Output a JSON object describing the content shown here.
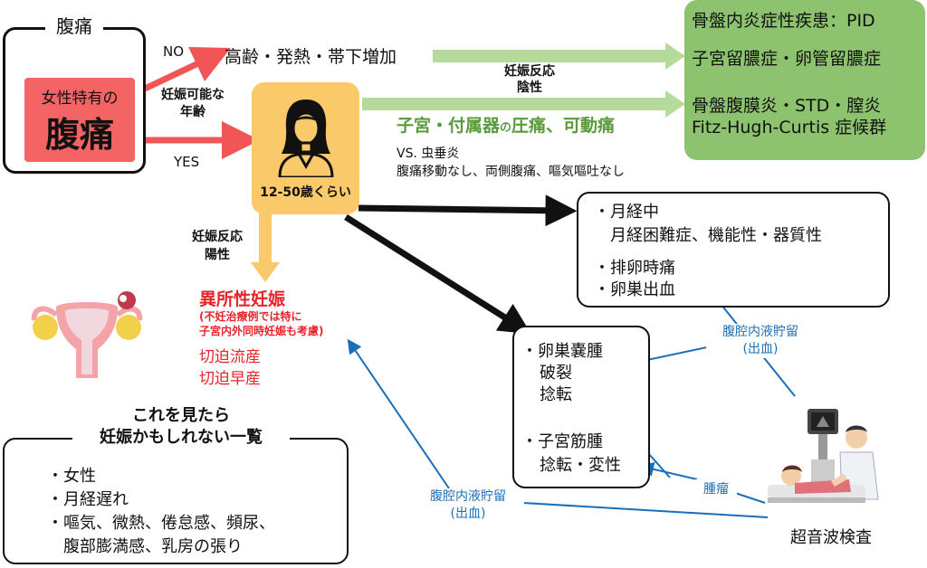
{
  "abdominal_pain_box": {
    "tab_label": "腹痛",
    "inner_small": "女性特有の",
    "inner_big": "腹痛"
  },
  "branch": {
    "no_label": "NO",
    "yes_label": "YES",
    "question_line1": "妊娠可能な",
    "question_line2": "年齢"
  },
  "symptoms_no": "高齢・発熱・帯下増加",
  "woman": {
    "age_label": "12-50歳くらい"
  },
  "pregnancy_negative": {
    "line1": "妊娠反応",
    "line2": "陰性"
  },
  "pregnancy_positive": {
    "line1": "妊娠反応",
    "line2": "陽性"
  },
  "tenderness": {
    "main_a": "子宮・付属器",
    "main_no": "の",
    "main_b": "圧痛、可動痛",
    "vs_line1": "VS. 虫垂炎",
    "vs_line2": "腹痛移動なし、両側腹痛、嘔気嘔吐なし"
  },
  "green_box": {
    "line1": "骨盤内炎症性疾患：PID",
    "line2": "子宮留膿症・卵管留膿症",
    "line3": "骨盤腹膜炎・STD・膣炎",
    "line4": "Fitz-Hugh-Curtis 症候群"
  },
  "ectopic": {
    "title": "異所性妊娠",
    "note1": "(不妊治療例では特に",
    "note2": "子宮内外同時妊娠も考慮)",
    "item1": "切迫流産",
    "item2": "切迫早産"
  },
  "menstrual_box": {
    "line1": "・月経中",
    "line2": "月経困難症、機能性・器質性",
    "line3": "・排卵時痛",
    "line4": "・卵巣出血"
  },
  "ovary_box": {
    "line1": "・卵巣嚢腫",
    "line2": "破裂",
    "line3": "捻転",
    "line4": "・子宮筋腫",
    "line5": "捻転・変性"
  },
  "labels": {
    "ascites1_line1": "腹腔内液貯留",
    "ascites1_line2": "(出血)",
    "ascites2_line1": "腹腔内液貯留",
    "ascites2_line2": "(出血)",
    "tumor": "腫瘤",
    "ultrasound": "超音波検査"
  },
  "pregnancy_signs": {
    "title1": "これを見たら",
    "title2": "妊娠かもしれない一覧",
    "item1": "・女性",
    "item2": "・月経遅れ",
    "item3": "・嘔気、微熱、倦怠感、頻尿、",
    "item4": "腹部膨満感、乳房の張り"
  },
  "colors": {
    "red": "#f25555",
    "pink_box": "#f46464",
    "green": "#8dc36e",
    "green_light": "#b5da9c",
    "orange": "#f9c96a",
    "blue": "#1b6fb8",
    "text_red": "#e8232a",
    "text_green": "#5a9a3a"
  },
  "icons": [
    "woman-avatar-icon",
    "uterus-illustration",
    "ultrasound-exam-illustration"
  ]
}
